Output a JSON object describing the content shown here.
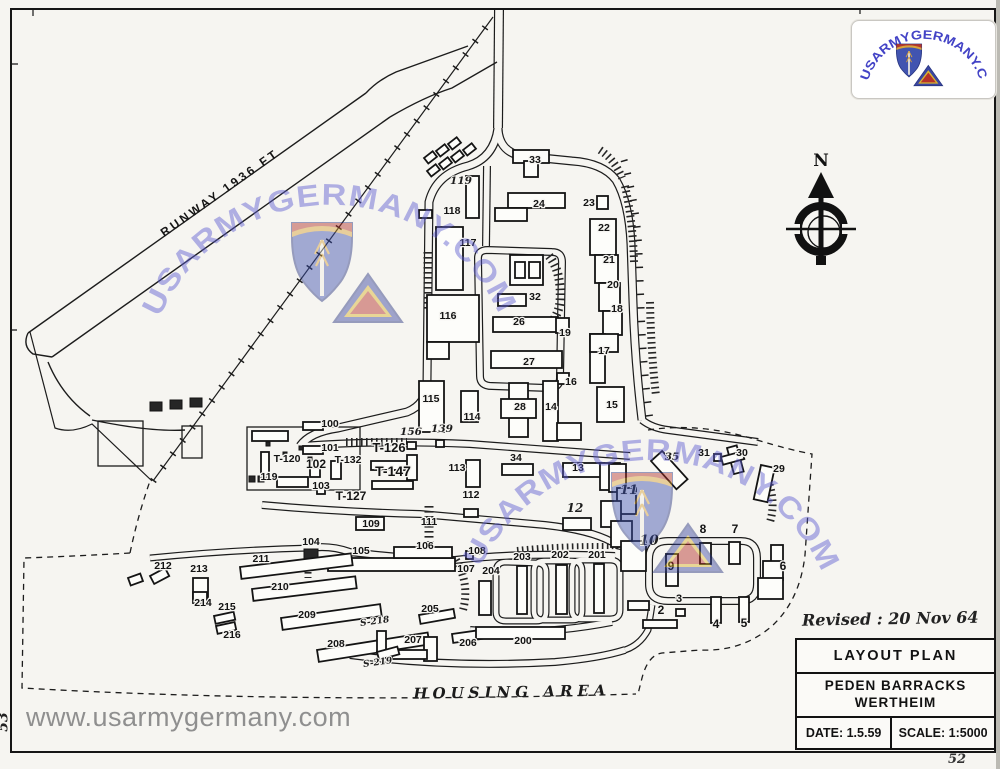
{
  "page": {
    "background": "#f6f5f1",
    "ink": "#1c1c1c"
  },
  "annotations": {
    "revised": "Revised :  20 Nov 64",
    "page_number_bottom": "52",
    "sheet_number_side": "53",
    "website": "www.usarmygermany.com",
    "housing_area": "HOUSING   AREA",
    "runway": "RUNWAY   1936 FT",
    "north": "N"
  },
  "title_block": {
    "line1": "LAYOUT    PLAN",
    "line2": "PEDEN   BARRACKS",
    "line3": "WERTHEIM",
    "date": "DATE: 1.5.59",
    "scale": "SCALE: 1:5000"
  },
  "watermark": {
    "text": "USARMYGERMANY.COM",
    "color": "#5a5ad0"
  },
  "map": {
    "labels": [
      [
        "33",
        535,
        163
      ],
      [
        "24",
        539,
        207
      ],
      [
        "23",
        589,
        206
      ],
      [
        "118",
        452,
        214
      ],
      [
        "117",
        468,
        246
      ],
      [
        "22",
        604,
        231
      ],
      [
        "21",
        609,
        263
      ],
      [
        "20",
        613,
        288
      ],
      [
        "18",
        617,
        312
      ],
      [
        "32",
        535,
        300
      ],
      [
        "116",
        448,
        319
      ],
      [
        "26",
        519,
        325
      ],
      [
        "19",
        565,
        336
      ],
      [
        "27",
        529,
        365
      ],
      [
        "17",
        604,
        354
      ],
      [
        "115",
        431,
        402
      ],
      [
        "114",
        472,
        420
      ],
      [
        "16",
        571,
        385
      ],
      [
        "28",
        520,
        410
      ],
      [
        "14",
        551,
        410
      ],
      [
        "15",
        612,
        408
      ],
      [
        "34",
        516,
        461
      ],
      [
        "113",
        457,
        471
      ],
      [
        "13",
        578,
        471
      ],
      [
        "112",
        471,
        498
      ],
      [
        "100",
        330,
        427
      ],
      [
        "101",
        330,
        451
      ],
      [
        "T-120",
        287,
        462
      ],
      [
        "102",
        316,
        468,
        0,
        12
      ],
      [
        "T-132",
        348,
        463
      ],
      [
        "T-126",
        389,
        452,
        0,
        13
      ],
      [
        "T-147",
        393,
        476,
        0,
        14
      ],
      [
        "119",
        269,
        480
      ],
      [
        "103",
        321,
        489
      ],
      [
        "T-127",
        351,
        500,
        0,
        12
      ],
      [
        "109",
        371,
        527
      ],
      [
        "111",
        429,
        525
      ],
      [
        "104",
        311,
        545
      ],
      [
        "105",
        361,
        554
      ],
      [
        "106",
        425,
        549
      ],
      [
        "108",
        477,
        554
      ],
      [
        "107",
        466,
        572
      ],
      [
        "204",
        491,
        574
      ],
      [
        "203",
        522,
        560
      ],
      [
        "202",
        560,
        558
      ],
      [
        "201",
        597,
        558
      ],
      [
        "211",
        261,
        562
      ],
      [
        "212",
        163,
        569
      ],
      [
        "213",
        199,
        572
      ],
      [
        "214",
        203,
        606
      ],
      [
        "210",
        280,
        590
      ],
      [
        "215",
        227,
        610
      ],
      [
        "216",
        232,
        638
      ],
      [
        "209",
        307,
        618
      ],
      [
        "208",
        336,
        647
      ],
      [
        "205",
        430,
        612
      ],
      [
        "207",
        413,
        643
      ],
      [
        "206",
        468,
        646
      ],
      [
        "200",
        523,
        644
      ],
      [
        "31",
        704,
        456
      ],
      [
        "30",
        742,
        456
      ],
      [
        "29",
        779,
        472
      ],
      [
        "9",
        671,
        570,
        0,
        12
      ],
      [
        "8",
        703,
        533,
        0,
        12
      ],
      [
        "7",
        735,
        533,
        0,
        12
      ],
      [
        "6",
        783,
        570,
        0,
        12
      ],
      [
        "5",
        744,
        627,
        0,
        12
      ],
      [
        "4",
        716,
        628,
        0,
        12
      ],
      [
        "3",
        679,
        602,
        0,
        11
      ],
      [
        "2",
        661,
        614,
        0,
        12
      ],
      [
        "119",
        461,
        184,
        1
      ],
      [
        "156",
        411,
        435,
        1
      ],
      [
        "139",
        442,
        432,
        1
      ],
      [
        "12",
        575,
        512,
        1,
        12
      ],
      [
        "11",
        629,
        494,
        1,
        13
      ],
      [
        "10",
        649,
        545,
        1,
        14
      ],
      [
        "35",
        672,
        460,
        1
      ],
      [
        "S-218",
        375,
        624,
        1,
        9,
        -8
      ],
      [
        "S-219",
        378,
        665,
        1,
        9,
        -8
      ]
    ],
    "buildings": [
      [
        513,
        150,
        36,
        13
      ],
      [
        524,
        161,
        14,
        16
      ],
      [
        424,
        158,
        11,
        7,
        -38
      ],
      [
        436,
        151,
        11,
        7,
        -38
      ],
      [
        448,
        144,
        11,
        7,
        -38
      ],
      [
        427,
        171,
        11,
        7,
        -38
      ],
      [
        439,
        164,
        11,
        7,
        -38
      ],
      [
        451,
        157,
        11,
        7,
        -38
      ],
      [
        463,
        150,
        11,
        7,
        -38
      ],
      [
        466,
        176,
        13,
        42
      ],
      [
        508,
        193,
        57,
        15
      ],
      [
        495,
        208,
        32,
        13
      ],
      [
        597,
        196,
        11,
        13
      ],
      [
        419,
        210,
        13,
        8
      ],
      [
        436,
        227,
        27,
        63
      ],
      [
        590,
        219,
        26,
        36
      ],
      [
        595,
        255,
        23,
        28
      ],
      [
        599,
        283,
        21,
        28
      ],
      [
        603,
        311,
        19,
        24
      ],
      [
        498,
        294,
        28,
        12
      ],
      [
        427,
        295,
        52,
        47
      ],
      [
        427,
        342,
        22,
        17
      ],
      [
        493,
        317,
        65,
        15
      ],
      [
        556,
        318,
        13,
        15
      ],
      [
        491,
        351,
        71,
        17
      ],
      [
        590,
        334,
        15,
        49
      ],
      [
        590,
        334,
        28,
        18
      ],
      [
        419,
        381,
        25,
        51
      ],
      [
        461,
        391,
        17,
        31
      ],
      [
        557,
        373,
        12,
        11
      ],
      [
        509,
        383,
        19,
        54
      ],
      [
        501,
        399,
        35,
        19
      ],
      [
        543,
        381,
        15,
        60
      ],
      [
        557,
        423,
        24,
        17
      ],
      [
        597,
        387,
        27,
        35
      ],
      [
        502,
        464,
        31,
        11
      ],
      [
        466,
        460,
        14,
        27
      ],
      [
        563,
        463,
        41,
        14
      ],
      [
        600,
        463,
        20,
        27
      ],
      [
        563,
        518,
        28,
        12
      ],
      [
        464,
        509,
        14,
        8
      ],
      [
        609,
        464,
        17,
        28
      ],
      [
        617,
        488,
        19,
        26
      ],
      [
        601,
        501,
        20,
        26
      ],
      [
        611,
        521,
        21,
        26
      ],
      [
        621,
        541,
        25,
        30
      ],
      [
        666,
        554,
        12,
        32
      ],
      [
        700,
        543,
        11,
        21
      ],
      [
        729,
        542,
        11,
        22
      ],
      [
        771,
        545,
        12,
        20
      ],
      [
        763,
        561,
        20,
        19
      ],
      [
        758,
        578,
        25,
        21
      ],
      [
        628,
        601,
        21,
        9
      ],
      [
        643,
        620,
        34,
        8
      ],
      [
        676,
        609,
        9,
        7
      ],
      [
        711,
        597,
        10,
        26
      ],
      [
        739,
        597,
        10,
        25
      ],
      [
        651,
        461,
        15,
        38,
        -42
      ],
      [
        714,
        454,
        7,
        7
      ],
      [
        727,
        448,
        10,
        27,
        -15
      ],
      [
        721,
        457,
        22,
        8,
        -15
      ],
      [
        761,
        465,
        14,
        35,
        12
      ],
      [
        303,
        422,
        20,
        8
      ],
      [
        303,
        446,
        20,
        8
      ],
      [
        261,
        452,
        8,
        25
      ],
      [
        310,
        468,
        10,
        9
      ],
      [
        249,
        476,
        6,
        6,
        0,
        1
      ],
      [
        258,
        476,
        6,
        6,
        0,
        1
      ],
      [
        277,
        477,
        31,
        10
      ],
      [
        317,
        486,
        8,
        8
      ],
      [
        331,
        461,
        10,
        18
      ],
      [
        371,
        461,
        43,
        9
      ],
      [
        372,
        481,
        41,
        8
      ],
      [
        407,
        455,
        10,
        25
      ],
      [
        407,
        442,
        9,
        7
      ],
      [
        436,
        440,
        8,
        7
      ],
      [
        356,
        517,
        28,
        13
      ],
      [
        252,
        431,
        36,
        10
      ],
      [
        266,
        442,
        4,
        4,
        0,
        1
      ],
      [
        283,
        452,
        4,
        4,
        0,
        1
      ],
      [
        299,
        446,
        4,
        4,
        0,
        1
      ],
      [
        308,
        457,
        4,
        4,
        0,
        1
      ],
      [
        150,
        402,
        12,
        9,
        0,
        1
      ],
      [
        170,
        400,
        12,
        9,
        0,
        1
      ],
      [
        190,
        398,
        12,
        9,
        0,
        1
      ],
      [
        304,
        549,
        14,
        14,
        0,
        1
      ],
      [
        328,
        558,
        127,
        13
      ],
      [
        394,
        547,
        58,
        11
      ],
      [
        466,
        551,
        7,
        8
      ],
      [
        479,
        581,
        12,
        34
      ],
      [
        517,
        566,
        10,
        48
      ],
      [
        556,
        565,
        11,
        49
      ],
      [
        594,
        564,
        10,
        49
      ],
      [
        240,
        567,
        112,
        12,
        -7
      ],
      [
        150,
        576,
        17,
        9,
        -28
      ],
      [
        128,
        578,
        13,
        8,
        -20
      ],
      [
        193,
        578,
        15,
        21
      ],
      [
        193,
        592,
        14,
        11
      ],
      [
        252,
        589,
        104,
        12,
        -7
      ],
      [
        214,
        616,
        20,
        8,
        -12
      ],
      [
        216,
        626,
        19,
        8,
        -12
      ],
      [
        281,
        618,
        100,
        12,
        -8
      ],
      [
        317,
        650,
        112,
        12,
        -9
      ],
      [
        419,
        615,
        35,
        9,
        -10
      ],
      [
        452,
        634,
        30,
        9,
        -8
      ],
      [
        424,
        637,
        13,
        24
      ],
      [
        392,
        650,
        35,
        9
      ],
      [
        476,
        627,
        89,
        12
      ],
      [
        377,
        631,
        9,
        22
      ],
      [
        377,
        652,
        21,
        8,
        -15
      ],
      [
        510,
        255,
        33,
        30
      ],
      [
        515,
        262,
        10,
        16
      ],
      [
        529,
        262,
        11,
        16
      ]
    ],
    "outlines": [
      [
        247,
        427,
        113,
        63
      ],
      [
        98,
        421,
        45,
        45
      ],
      [
        182,
        426,
        20,
        32
      ]
    ]
  }
}
